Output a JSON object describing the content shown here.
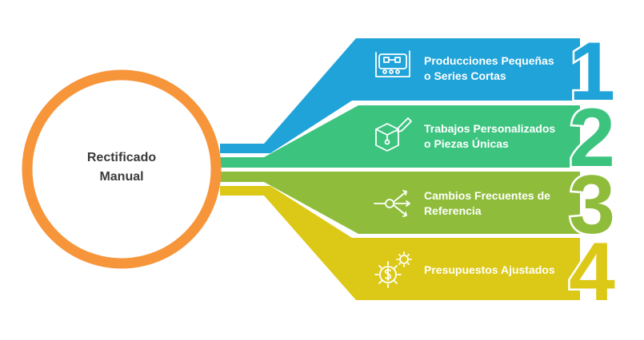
{
  "center": {
    "line1": "Rectificado",
    "line2": "Manual",
    "ring_color": "#f7953b"
  },
  "items": [
    {
      "number": "1",
      "line1": "Producciones Pequeñas",
      "line2": "o Series Cortas",
      "color": "#1fa3d9",
      "icon": "conveyor-belt-icon"
    },
    {
      "number": "2",
      "line1": "Trabajos Personalizados",
      "line2": "o Piezas Únicas",
      "color": "#3cc47f",
      "icon": "box-pencil-icon"
    },
    {
      "number": "3",
      "line1": "Cambios Frecuentes de",
      "line2": "Referencia",
      "color": "#8fbd3b",
      "icon": "branching-arrows-icon"
    },
    {
      "number": "4",
      "line1": "Presupuestos Ajustados",
      "line2": "",
      "color": "#dcc917",
      "icon": "dollar-gears-icon"
    }
  ]
}
